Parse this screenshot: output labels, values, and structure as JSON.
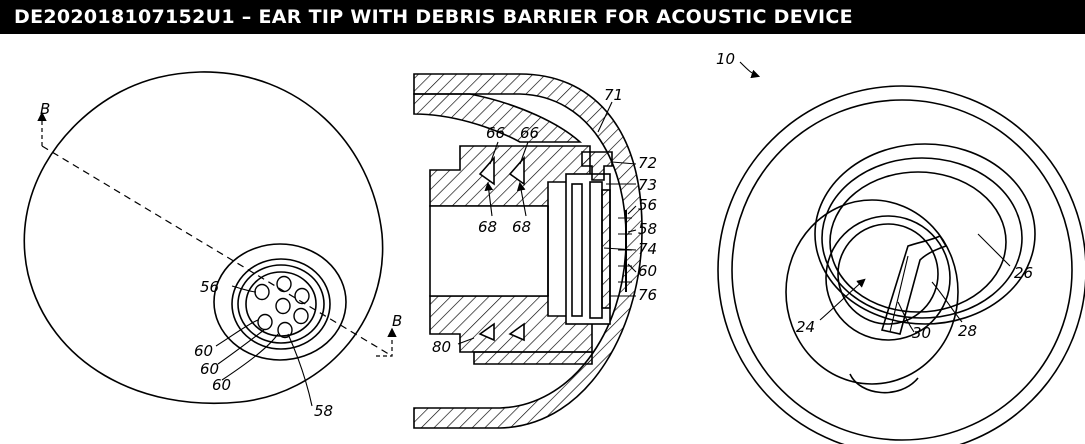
{
  "header": {
    "title": "DE202018107152U1 – EAR TIP WITH DEBRIS BARRIER FOR ACOUSTIC DEVICE",
    "background": "#000000",
    "text_color": "#ffffff"
  },
  "figure_left": {
    "section_label_top": "B",
    "section_label_bottom": "B",
    "labels": [
      "56",
      "60",
      "60",
      "60",
      "58"
    ]
  },
  "figure_middle": {
    "labels": [
      "71",
      "66",
      "66",
      "72",
      "73",
      "56",
      "68",
      "68",
      "58",
      "74",
      "60",
      "76",
      "80"
    ]
  },
  "figure_right": {
    "labels": [
      "10",
      "26",
      "24",
      "30",
      "28"
    ]
  }
}
